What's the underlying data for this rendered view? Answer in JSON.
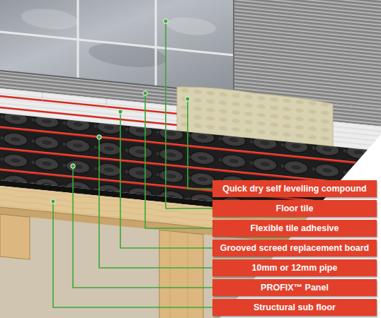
{
  "diagram": {
    "nodes": [
      {
        "text": [
          "Quick dry self levelling compound"
        ]
      },
      {
        "text": [
          "Floor tile"
        ]
      },
      {
        "text": [
          "Flexible tile adhesive"
        ]
      },
      {
        "text": [
          "Grooved screed replacement board"
        ]
      },
      {
        "text": [
          "10mm or 12mm pipe"
        ]
      },
      {
        "text": [
          "PROFIX™ Panel"
        ]
      },
      {
        "text": [
          "Structural sub floor"
        ]
      }
    ]
  }
}
